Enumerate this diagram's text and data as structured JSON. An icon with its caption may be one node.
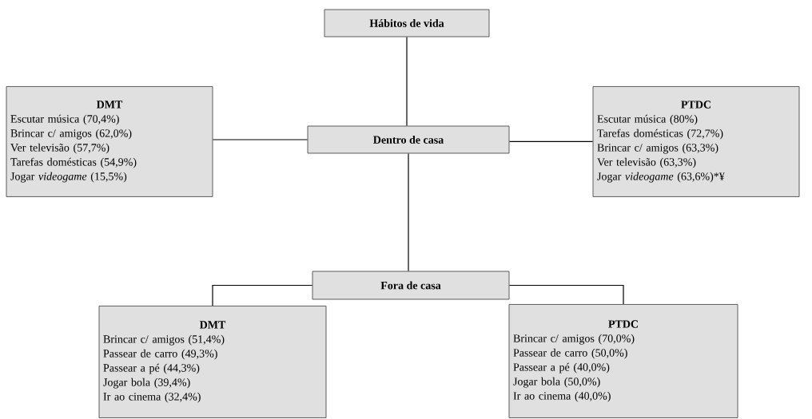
{
  "diagram": {
    "nodes": [
      {
        "text": [
          "Hábitos de vida"
        ]
      },
      {
        "text": [
          "DMT",
          "Escutar música (70,4%)",
          "Brincar c/ amigos (62,0%)",
          "Ver televisão (57,7%)",
          "Tarefas domésticas (54,9%)",
          "Jogar *videogame* (15,5%)"
        ]
      },
      {
        "text": [
          "Dentro de casa"
        ]
      },
      {
        "text": [
          "PTDC",
          "Escutar música (80%)",
          "Tarefas domésticas (72,7%)",
          "Brincar c/ amigos (63,3%)",
          "Ver televisão (63,3%)",
          "Jogar *videogame* (63,6%)*¥"
        ]
      },
      {
        "text": [
          "Fora de casa"
        ]
      },
      {
        "text": [
          "DMT",
          "Brincar c/ amigos (51,4%)",
          "Passear de carro (49,3%)",
          "Passear a pé (44,3%)",
          "Jogar bola (39,4%)",
          "Ir ao cinema (32,4%)"
        ]
      },
      {
        "text": [
          "PTDC",
          "Brincar c/ amigos (70,0%)",
          "Passear de carro (50,0%)",
          "Passear a pé (40,0%)",
          "Jogar bola (50,0%)",
          "Ir ao cinema (40,0%)"
        ]
      }
    ],
    "edges": [
      {
        "from": 0,
        "to": 2,
        "arrow": "none"
      },
      {
        "from": 1,
        "to": 2,
        "arrow": "none"
      },
      {
        "from": 2,
        "to": 3,
        "arrow": "none"
      },
      {
        "from": 2,
        "to": 4,
        "arrow": "none"
      },
      {
        "from": 4,
        "to": 5,
        "arrow": "none"
      },
      {
        "from": 4,
        "to": 6,
        "arrow": "none"
      }
    ]
  }
}
